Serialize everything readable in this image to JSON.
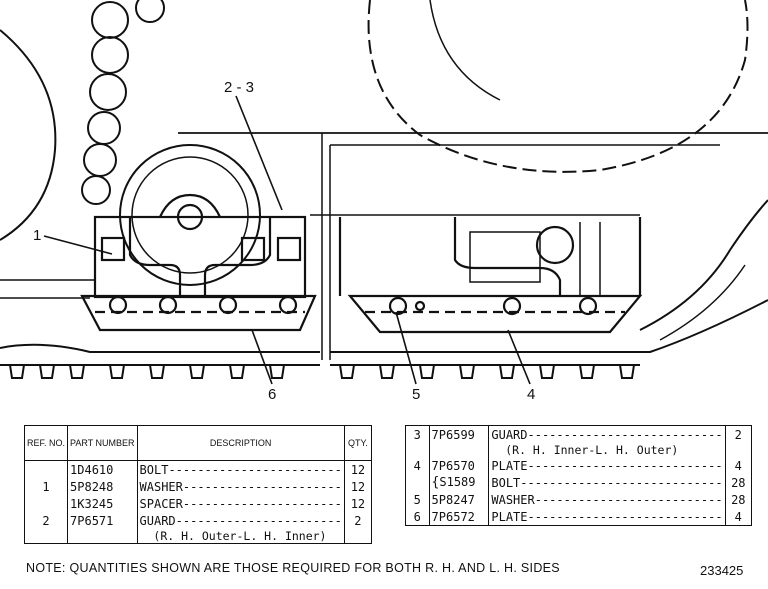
{
  "drawing": {
    "callouts": [
      "1",
      "2 - 3",
      "4",
      "5",
      "6"
    ]
  },
  "table_headers": {
    "ref": "REF. NO.",
    "part": "PART NUMBER",
    "description": "DESCRIPTION",
    "qty": "QTY."
  },
  "parts_left": [
    {
      "ref": "",
      "part": "1D4610",
      "description": "BOLT",
      "qty": "12"
    },
    {
      "ref": "1",
      "part": "5P8248",
      "description": "WASHER",
      "qty": "12"
    },
    {
      "ref": "",
      "part": "1K3245",
      "description": "SPACER",
      "qty": "12"
    },
    {
      "ref": "2",
      "part": "7P6571",
      "description": "GUARD",
      "qty": "2"
    },
    {
      "ref": "",
      "part": "",
      "description": "(R. H. Outer-L. H. Inner)",
      "qty": ""
    }
  ],
  "parts_right": [
    {
      "ref": "3",
      "part": "7P6599",
      "description": "GUARD",
      "qty": "2"
    },
    {
      "ref": "",
      "part": "",
      "description": "(R. H. Inner-L. H. Outer)",
      "qty": ""
    },
    {
      "ref": "4",
      "part": "7P6570",
      "description": "PLATE",
      "qty": "4"
    },
    {
      "ref": "",
      "part": "S1589",
      "description": "BOLT",
      "qty": "28"
    },
    {
      "ref": "5",
      "part": "5P8247",
      "description": "WASHER",
      "qty": "28"
    },
    {
      "ref": "6",
      "part": "7P6572",
      "description": "PLATE",
      "qty": "4"
    }
  ],
  "note": "NOTE: QUANTITIES SHOWN ARE THOSE REQUIRED FOR BOTH R. H. AND L. H. SIDES",
  "drawing_number": "233425"
}
